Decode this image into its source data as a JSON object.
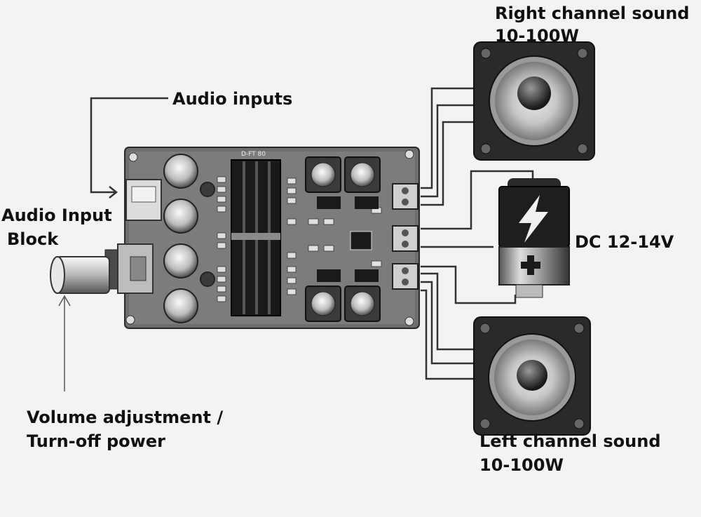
{
  "labels": {
    "right_channel": [
      "Right channel sound",
      "10-100W"
    ],
    "audio_inputs": "Audio inputs",
    "audio_input_block": [
      "Audio Input",
      "Block"
    ],
    "dc_power": "DC 12-14V",
    "volume": [
      "Volume adjustment /",
      "Turn-off power"
    ],
    "left_channel": [
      "Left channel sound",
      "10-100W"
    ]
  },
  "board": {
    "silkscreen": "D-FT 80"
  }
}
